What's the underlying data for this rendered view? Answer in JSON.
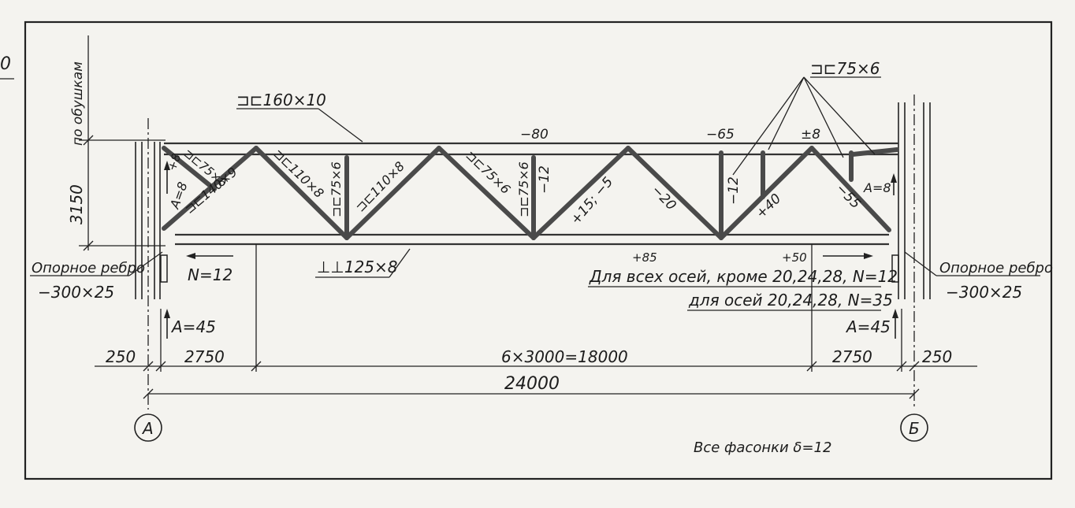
{
  "margin_text": "0",
  "height_label": "по обушкам",
  "height_value": "3150",
  "section_labels": {
    "top_chord": "⊐⊏160×10",
    "bottom_chord": "⊥⊥125×8",
    "verticals_callout": "⊐⊏75×6",
    "d1": "⊐⊏75×6",
    "d2": "⊐⊏140×9",
    "d3": "⊐⊏110×8",
    "v1": "⊐⊏75×6",
    "d4": "⊐⊏110×8",
    "d5": "⊐⊏75×6",
    "v2": "⊐⊏75×6"
  },
  "forces": {
    "top_chord_left": "−80",
    "top_chord_mid": "−65",
    "top_chord_right": "±8",
    "left_diag": "+8",
    "left_A": "A=8",
    "v_minus12": "−12",
    "d_plus15": "+15; −5",
    "d_minus20": "−20",
    "v_minus12b": "−12",
    "d_plus40": "+40",
    "d_minus55": "−55",
    "right_A": "A=8",
    "bottom_chord_1": "+85",
    "bottom_chord_2": "+50"
  },
  "left_support": {
    "label": "Опорное ребро",
    "plate": "−300×25",
    "N": "N=12",
    "A": "A=45"
  },
  "right_support": {
    "label": "Опорное ребро",
    "plate": "−300×25",
    "A": "A=45"
  },
  "notes": {
    "all_axes": "Для всех осей, кроме 20,24,28, N=12",
    "axes_20": "для осей 20,24,28, N=35",
    "gussets": "Все фасонки δ=12"
  },
  "dimensions": {
    "d250_left": "250",
    "d2750_left": "2750",
    "d_mid": "6×3000=18000",
    "d2750_right": "2750",
    "d250_right": "250",
    "total": "24000"
  },
  "axes": {
    "left": "А",
    "right": "Б"
  }
}
